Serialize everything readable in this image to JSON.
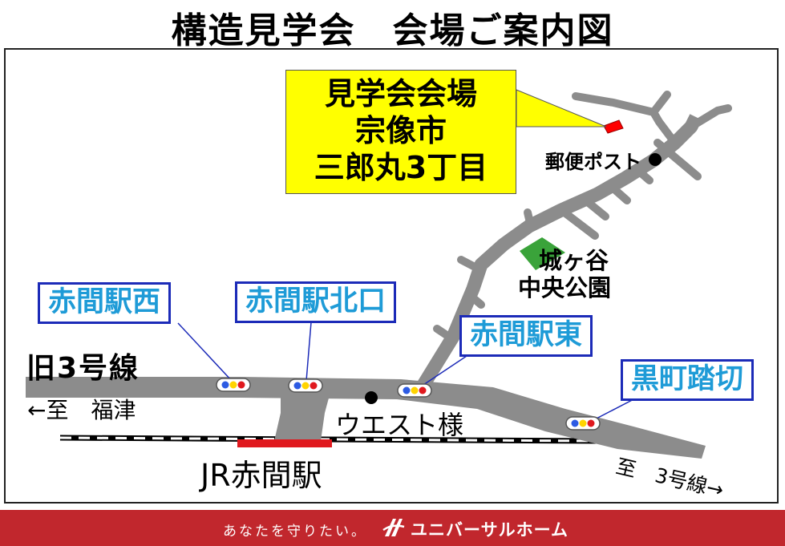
{
  "title": "構造見学会　会場ご案内図",
  "venue": {
    "line1": "見学会会場",
    "line2": "宗像市",
    "line3": "三郎丸3丁目"
  },
  "landmarks": {
    "post_office": "郵便ポスト",
    "park_line1": "城ヶ谷",
    "park_line2": "中央公園",
    "west": "ウエスト様",
    "station": "JR赤間駅"
  },
  "road_labels": {
    "old_route_3": "旧3号線",
    "to_fukutsu": "←至　福津",
    "to_route_3": "至　3号線→"
  },
  "signals": {
    "akamaeki_nishi": "赤間駅西",
    "akamaeki_kitaguchi": "赤間駅北口",
    "akamaeki_higashi": "赤間駅東",
    "kuromachi_fumikiri": "黒町踏切"
  },
  "footer": {
    "tagline": "あなたを守りたい。",
    "brand": "ユニバーサルホーム"
  },
  "colors": {
    "road": "#8c8c8c",
    "venue_box": "#ffff00",
    "venue_marker": "#ff0000",
    "park": "#3aa33a",
    "station_bar": "#e0191e",
    "label_border": "#1c2bb8",
    "label_text": "#1e9bd7",
    "footer_bg": "#c1272d"
  }
}
